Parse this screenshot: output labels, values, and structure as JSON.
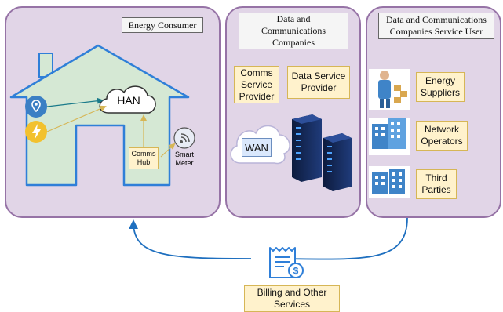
{
  "panels": {
    "consumer": {
      "title": "Energy Consumer"
    },
    "companies": {
      "title": "Data and\nCommunications\nCompanies"
    },
    "service_user": {
      "title": "Data and Communications\nCompanies Service User"
    }
  },
  "consumer": {
    "han_label": "HAN",
    "comms_hub_label": "Comms\nHub",
    "smart_meter_label": "Smart\nMeter"
  },
  "companies": {
    "comms_provider_label": "Comms\nService\nProvider",
    "data_provider_label": "Data Service\nProvider",
    "wan_label": "WAN"
  },
  "service_user": {
    "energy_suppliers_label": "Energy\nSuppliers",
    "network_operators_label": "Network\nOperators",
    "third_parties_label": "Third\nParties"
  },
  "billing": {
    "label": "Billing and Other\nServices"
  },
  "colors": {
    "panel_fill": "#e1d5e7",
    "panel_border": "#9673a6",
    "house_fill": "#d5e8d4",
    "house_stroke": "#2f7fd8",
    "flow_arrow": "#1e6fbf",
    "hub_arrow": "#d6b656",
    "box_fill": "#fff2cc",
    "box_border": "#d6b656"
  }
}
